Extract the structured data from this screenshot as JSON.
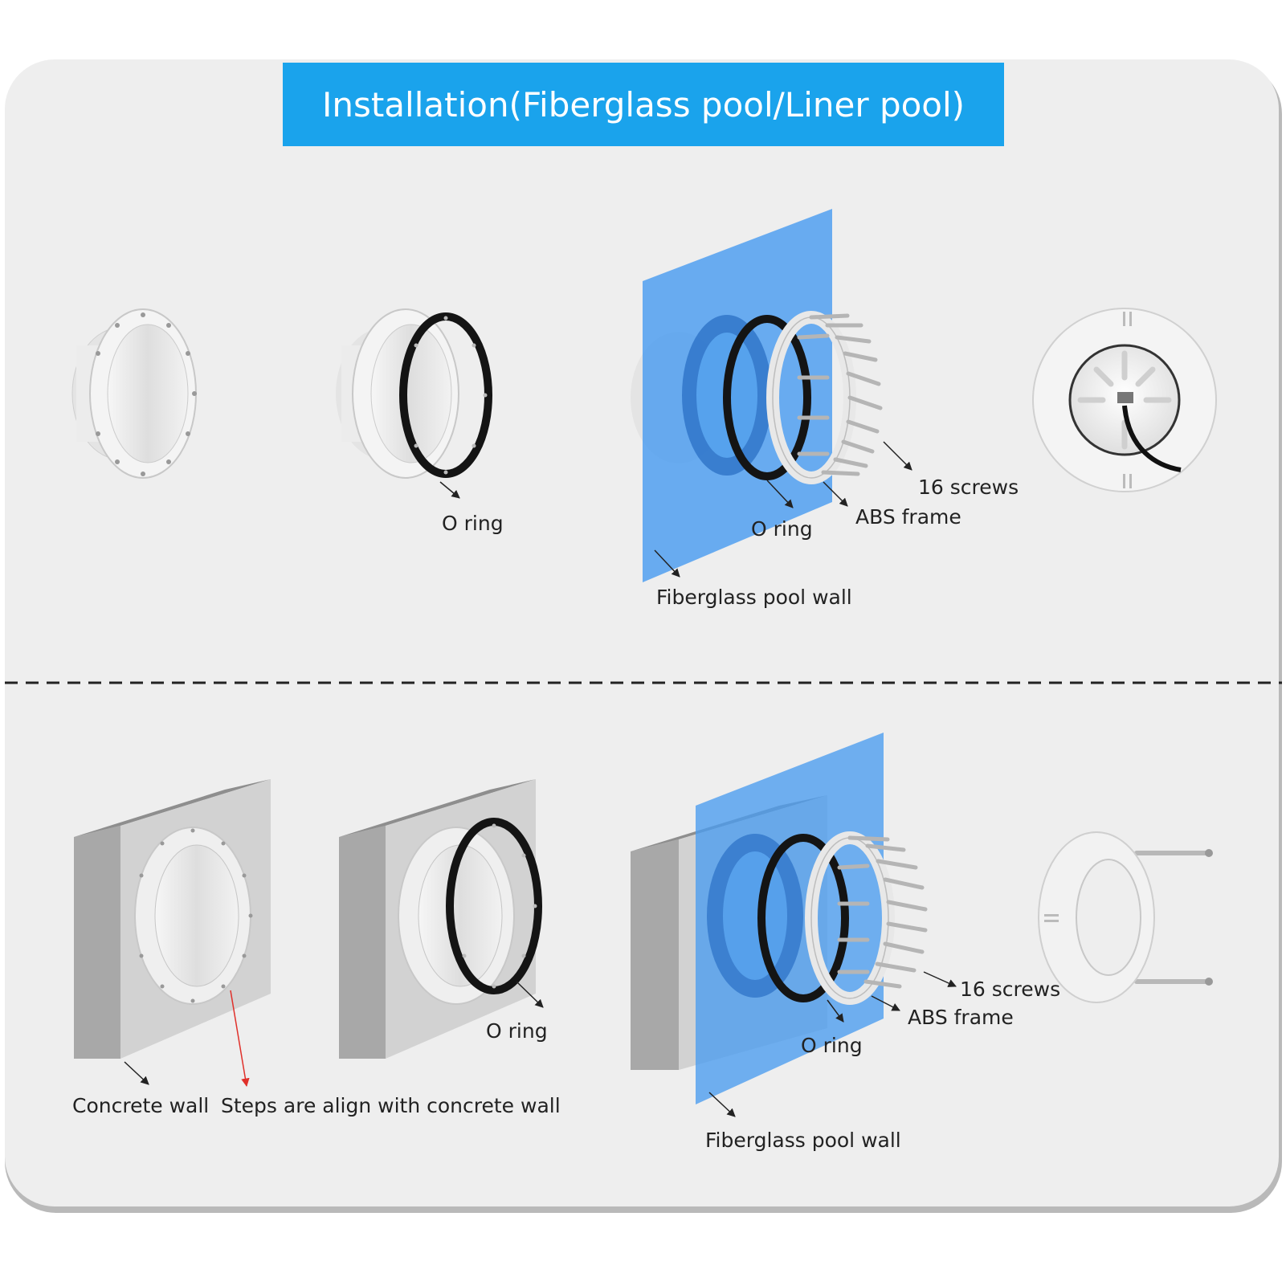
{
  "title": "Installation(Fiberglass pool/Liner pool)",
  "colors": {
    "banner": "#1aa3ec",
    "wall": "#4a9cf0",
    "background": "#eeeeee"
  },
  "top": {
    "o_ring_1": "O ring",
    "o_ring_2": "O ring",
    "abs_frame": "ABS frame",
    "screws": "16 screws",
    "fiberglass_wall": "Fiberglass pool wall"
  },
  "bottom": {
    "concrete_wall": "Concrete wall",
    "steps_note": "Steps are align with concrete wall",
    "o_ring_1": "O ring",
    "o_ring_2": "O ring",
    "abs_frame": "ABS frame",
    "screws": "16 screws",
    "fiberglass_wall": "Fiberglass pool wall"
  }
}
